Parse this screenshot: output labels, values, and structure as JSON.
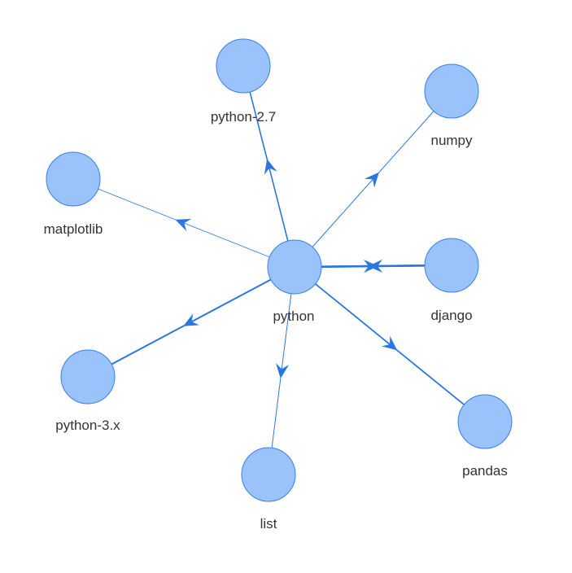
{
  "graph": {
    "colors": {
      "node_fill": "#9ac2fb",
      "node_stroke": "#3a80e8",
      "edge": "#2a77e2",
      "label": "#333333"
    },
    "nodes": [
      {
        "id": "python",
        "label": "python"
      },
      {
        "id": "python-2.7",
        "label": "python-2.7"
      },
      {
        "id": "numpy",
        "label": "numpy"
      },
      {
        "id": "matplotlib",
        "label": "matplotlib"
      },
      {
        "id": "django",
        "label": "django"
      },
      {
        "id": "python-3.x",
        "label": "python-3.x"
      },
      {
        "id": "pandas",
        "label": "pandas"
      },
      {
        "id": "list",
        "label": "list"
      }
    ],
    "edges": [
      {
        "from": "python",
        "to": "python-2.7"
      },
      {
        "from": "python",
        "to": "numpy"
      },
      {
        "from": "python",
        "to": "matplotlib"
      },
      {
        "from": "python",
        "to": "django"
      },
      {
        "from": "django",
        "to": "python"
      },
      {
        "from": "python",
        "to": "python-3.x"
      },
      {
        "from": "python",
        "to": "pandas"
      },
      {
        "from": "python",
        "to": "list"
      }
    ]
  }
}
